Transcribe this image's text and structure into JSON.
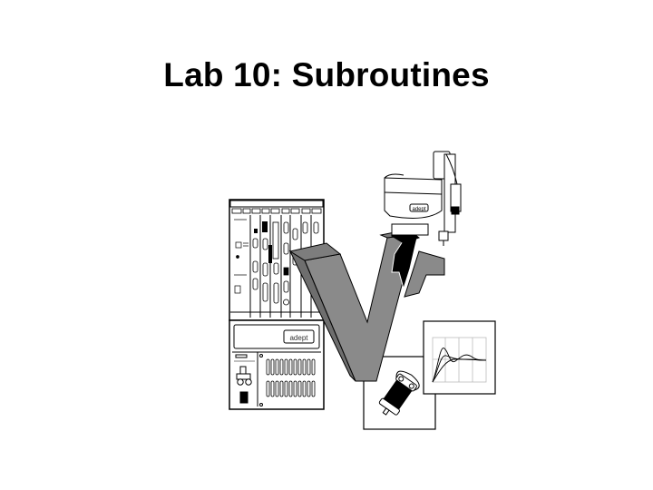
{
  "slide": {
    "title": "Lab 10:  Subroutines"
  },
  "illustration": {
    "controller_logo_text": "adept",
    "emblem_text": "V+",
    "robot_label": "adept",
    "colors": {
      "emblem_fill": "#8a8a8a",
      "emblem_side": "#6e6e6e",
      "plus_front": "#000000",
      "line": "#000000",
      "background": "#ffffff"
    }
  }
}
